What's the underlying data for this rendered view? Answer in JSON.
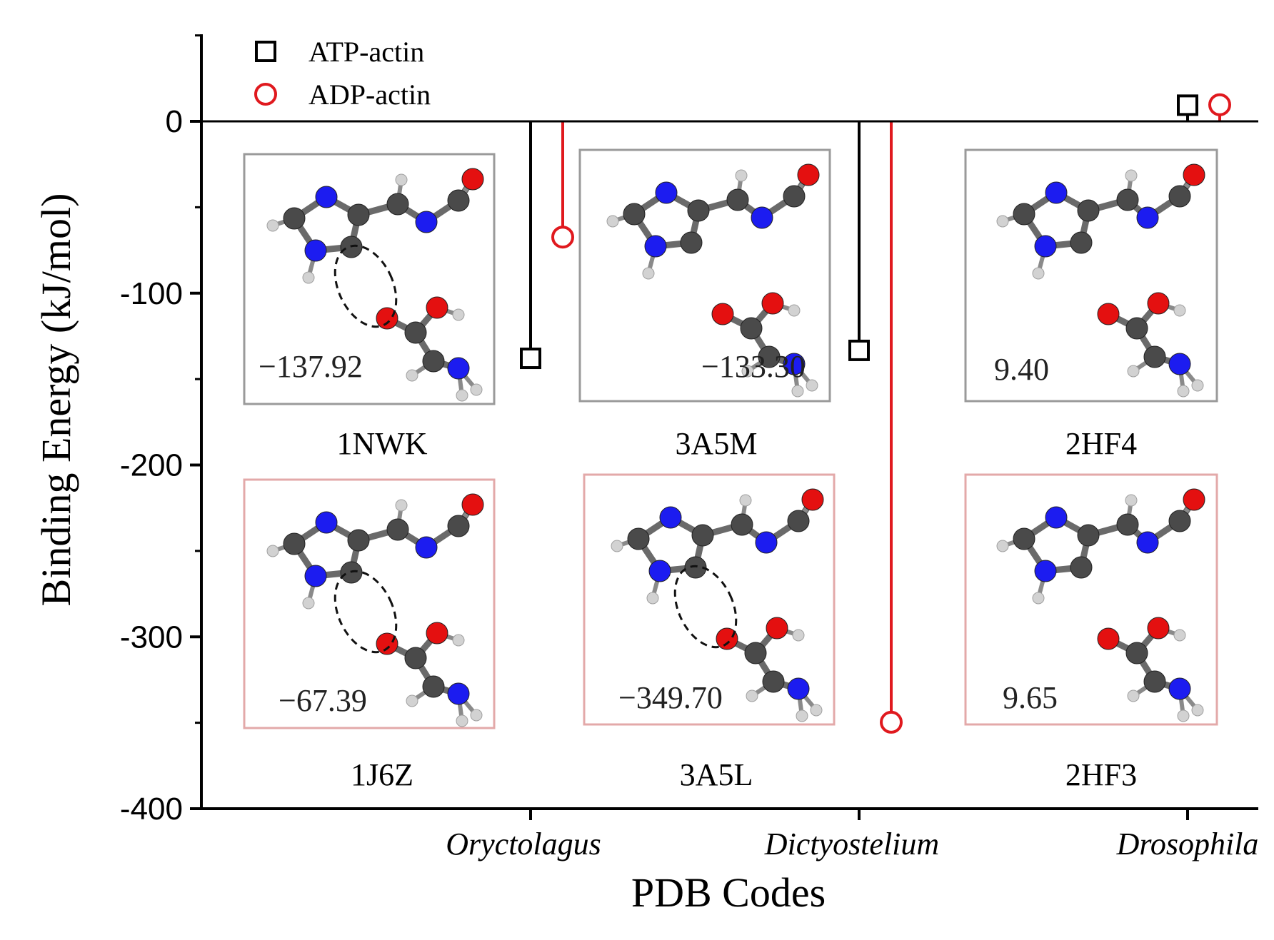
{
  "chart_data": {
    "type": "scatter",
    "xlabel": "PDB Codes",
    "ylabel": "Binding Energy (kJ/mol)",
    "ylim": [
      -400,
      50
    ],
    "yticks": [
      0,
      -100,
      -200,
      -300,
      -400
    ],
    "categories": [
      "Oryctolagus",
      "Dictyostelium",
      "Drosophila"
    ],
    "legend_position": "top-left",
    "series": [
      {
        "name": "ATP-actin",
        "marker": "square",
        "color": "#000000",
        "values": [
          -137.92,
          -133.3,
          9.4
        ]
      },
      {
        "name": "ADP-actin",
        "marker": "circle",
        "color": "#e0191e",
        "values": [
          -67.39,
          -349.7,
          9.65
        ]
      }
    ],
    "insets": [
      {
        "code": "1NWK",
        "value": "−137.92",
        "series": "ATP-actin",
        "category": "Oryctolagus",
        "border": "#9a9a9a"
      },
      {
        "code": "3A5M",
        "value": "−133.30",
        "series": "ATP-actin",
        "category": "Dictyostelium",
        "border": "#9a9a9a"
      },
      {
        "code": "2HF4",
        "value": "9.40",
        "series": "ATP-actin",
        "category": "Drosophila",
        "border": "#9a9a9a"
      },
      {
        "code": "1J6Z",
        "value": "−67.39",
        "series": "ADP-actin",
        "category": "Oryctolagus",
        "border": "#e3a9a9"
      },
      {
        "code": "3A5L",
        "value": "−349.70",
        "series": "ADP-actin",
        "category": "Dictyostelium",
        "border": "#e3a9a9"
      },
      {
        "code": "2HF3",
        "value": "9.65",
        "series": "ADP-actin",
        "category": "Drosophila",
        "border": "#e3a9a9"
      }
    ]
  },
  "atom_colors": {
    "carbon": "#4a4a4a",
    "nitrogen": "#1c1cf0",
    "oxygen": "#e41010",
    "hydrogen": "#d2d2d2"
  }
}
